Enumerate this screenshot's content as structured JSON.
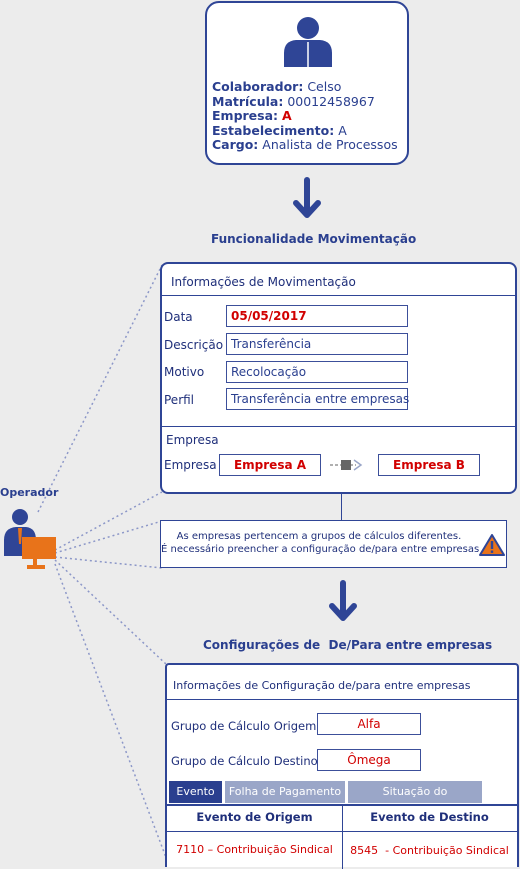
{
  "profile": {
    "colaborador_label": "Colaborador:",
    "colaborador_value": "Celso",
    "matricula_label": "Matrícula:",
    "matricula_value": "00012458967",
    "empresa_label": "Empresa:",
    "empresa_value": "A",
    "estabelecimento_label": "Estabelecimento:",
    "estabelecimento_value": "A",
    "cargo_label": "Cargo:",
    "cargo_value": "Analista de Processos"
  },
  "heading1": "Funcionalidade Movimentação",
  "movimentacao": {
    "title": "Informações de Movimentação",
    "data_label": "Data",
    "data_value": "05/05/2017",
    "descricao_label": "Descrição",
    "descricao_value": "Transferência",
    "motivo_label": "Motivo",
    "motivo_value": "Recolocação",
    "perfil_label": "Perfil",
    "perfil_value": "Transferência entre empresas",
    "empresa_section": "Empresa",
    "empresa_label": "Empresa",
    "empresa_a": "Empresa A",
    "empresa_b": "Empresa B"
  },
  "operador_label": "Operador",
  "warning": {
    "line1": "As empresas pertencem a grupos de cálculos diferentes.",
    "line2": "É necessário preencher a configuração de/para entre empresas"
  },
  "heading2": "Configurações de  De/Para entre empresas",
  "config": {
    "title": "Informações de Configuração de/para entre empresas",
    "origem_label": "Grupo de Cálculo Origem",
    "origem_value": "Alfa",
    "destino_label": "Grupo de Cálculo Destino",
    "destino_value": "Ômega",
    "tabs": [
      "Evento",
      "Folha de Pagamento",
      "Situação do Colaborador"
    ],
    "col_origem": "Evento de Origem",
    "col_destino": "Evento de Destino",
    "row_origem": "7110 – Contribuição Sindical",
    "row_destino": "8545  - Contribuição Sindical"
  },
  "colors": {
    "navy": "#2a3f8f",
    "red": "#d10000",
    "tab_active": "#2a3f8f",
    "tab_inactive": "#9aa6c8"
  }
}
